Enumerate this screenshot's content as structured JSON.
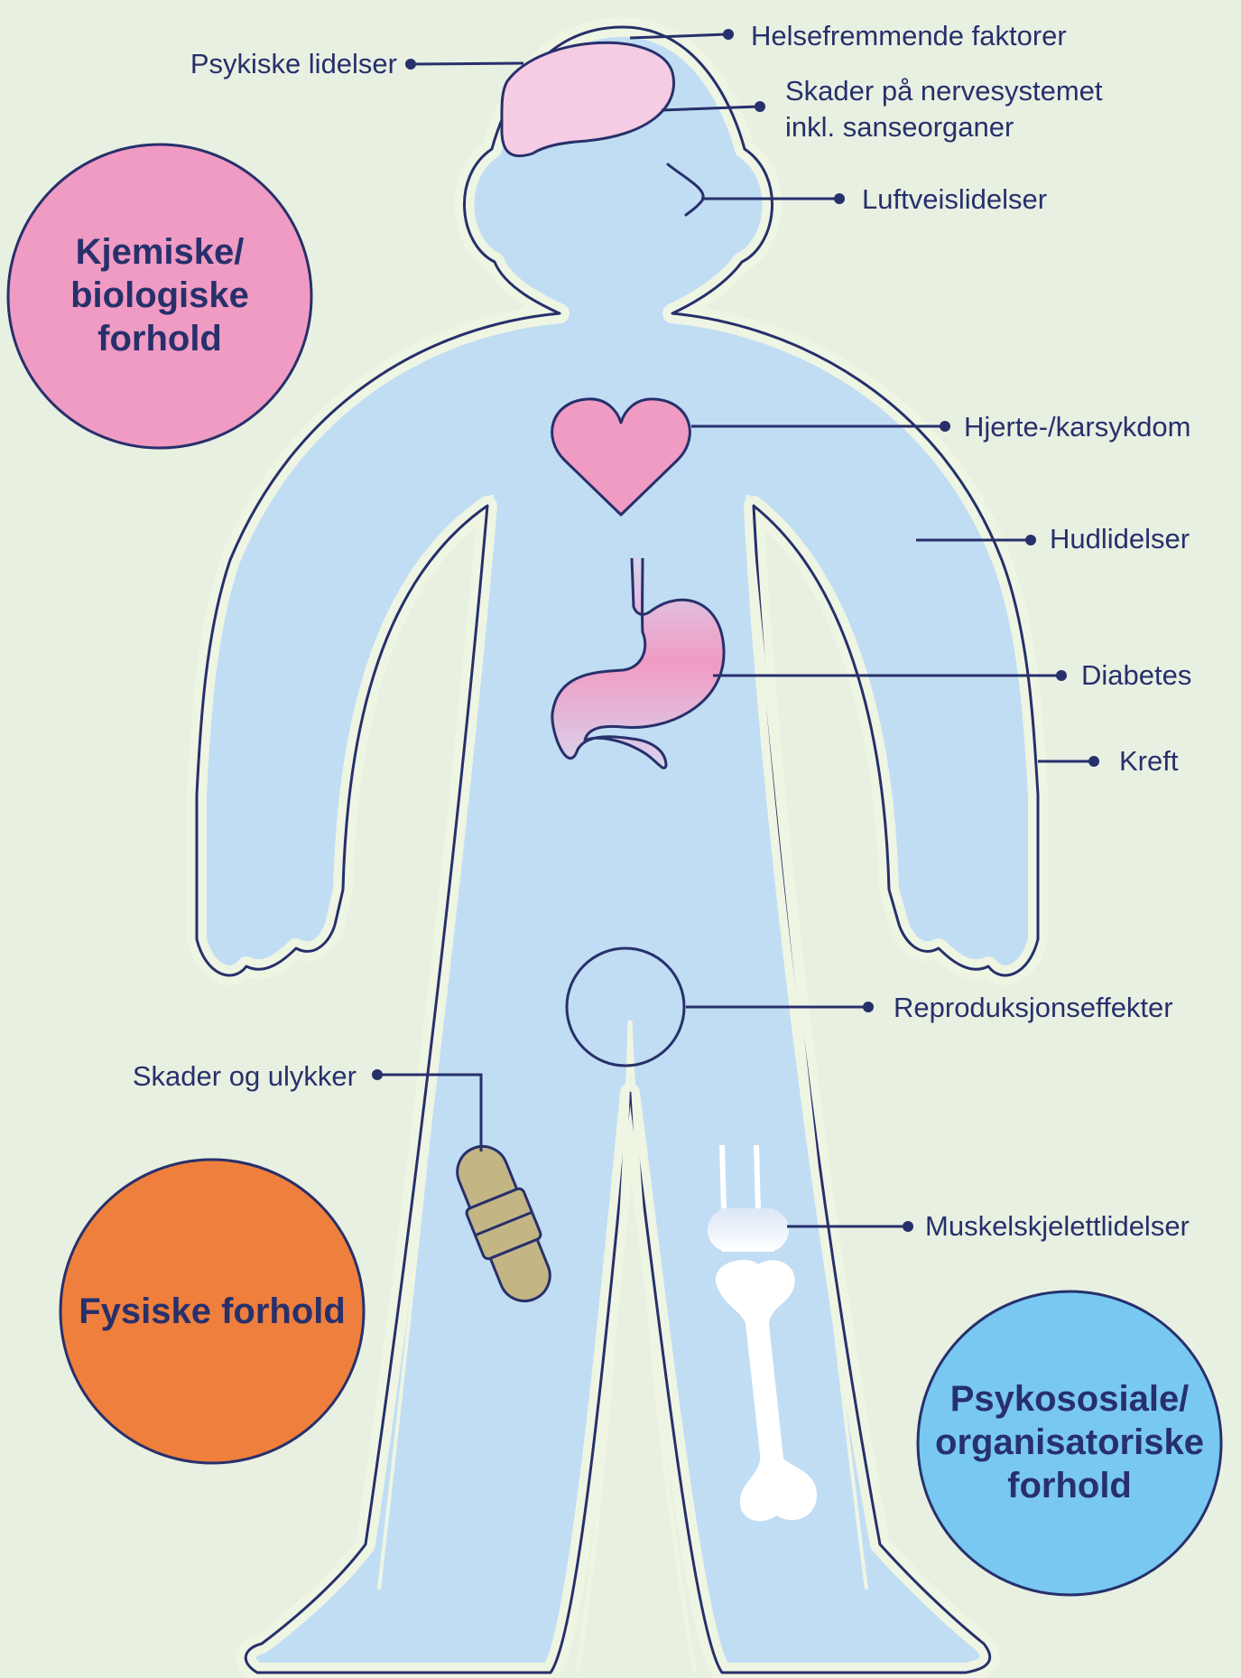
{
  "colors": {
    "background": "#e8f0e2",
    "body_fill": "#c1ddf4",
    "body_halo": "#eef5e3",
    "outline": "#27306b",
    "brain": "#f5cce3",
    "heart": "#f09bc3",
    "stomach_top": "#d6d3ee",
    "stomach_mid": "#f09bc3",
    "bandage": "#c4b585",
    "bone": "#ffffff",
    "circle_chemical": "#f09bc3",
    "circle_physical": "#ef7f3d",
    "circle_psychosocial": "#78c8f2"
  },
  "labels": {
    "psykiske": "Psykiske lidelser",
    "helsefremmende": "Helsefremmende faktorer",
    "nerve_line1": "Skader på nervesystemet",
    "nerve_line2": "inkl. sanseorganer",
    "luftvei": "Luftveislidelser",
    "hjerte": "Hjerte-/karsykdom",
    "hud": "Hudlidelser",
    "diabetes": "Diabetes",
    "kreft": "Kreft",
    "reproduksjon": "Reproduksjonseffekter",
    "skader": "Skader og ulykker",
    "muskel": "Muskelskjelettlidelser"
  },
  "circles": {
    "kjemiske": [
      "Kjemiske/",
      "biologiske",
      "forhold"
    ],
    "fysiske": [
      "Fysiske forhold"
    ],
    "psykososiale": [
      "Psykososiale/",
      "organisatoriske",
      "forhold"
    ]
  },
  "icons": {
    "brain": "brain-icon",
    "mouth": "mouth-icon",
    "heart": "heart-icon",
    "stomach": "stomach-icon",
    "reproductive": "reproductive-organ-icon",
    "bandage": "bandage-icon",
    "bone": "bone-icon"
  }
}
